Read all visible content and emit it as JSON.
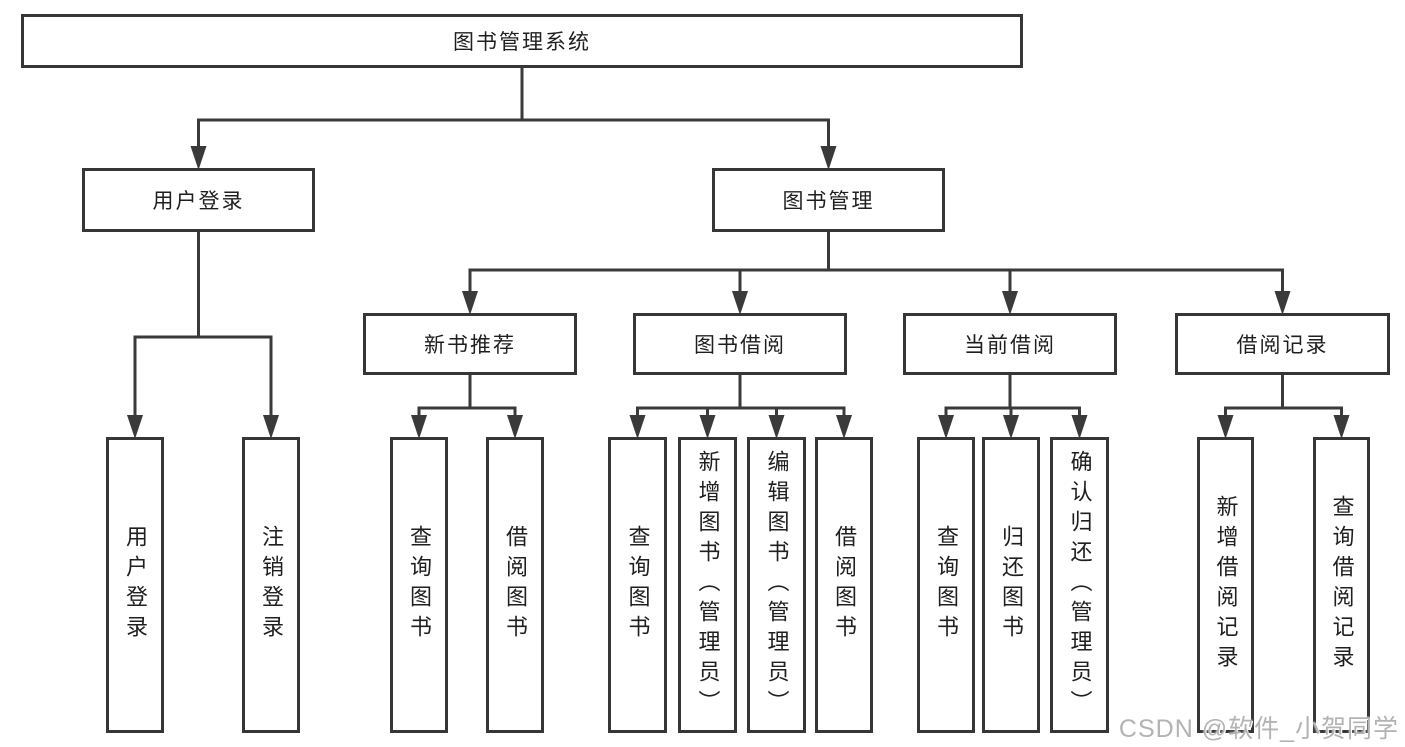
{
  "diagram": {
    "tree": {
      "id": "root",
      "label": "图书管理系统",
      "children": [
        {
          "id": "user-login",
          "label": "用户登录",
          "children": [
            {
              "id": "leaf-user-login",
              "label": "用户登录"
            },
            {
              "id": "leaf-logout",
              "label": "注销登录"
            }
          ]
        },
        {
          "id": "book-management",
          "label": "图书管理",
          "children": [
            {
              "id": "new-book-recommendation",
              "label": "新书推荐",
              "children": [
                {
                  "id": "nb-query-books",
                  "label": "查询图书"
                },
                {
                  "id": "nb-borrow-books",
                  "label": "借阅图书"
                }
              ]
            },
            {
              "id": "book-borrowing",
              "label": "图书借阅",
              "children": [
                {
                  "id": "bb-query-books",
                  "label": "查询图书"
                },
                {
                  "id": "bb-add-books-admin",
                  "label": "新增图书（管理员）"
                },
                {
                  "id": "bb-edit-books-admin",
                  "label": "编辑图书（管理员）"
                },
                {
                  "id": "bb-borrow-books",
                  "label": "借阅图书"
                }
              ]
            },
            {
              "id": "current-borrowing",
              "label": "当前借阅",
              "children": [
                {
                  "id": "cb-query-books",
                  "label": "查询图书"
                },
                {
                  "id": "cb-return-books",
                  "label": "归还图书"
                },
                {
                  "id": "cb-confirm-return-admin",
                  "label": "确认归还（管理员）"
                }
              ]
            },
            {
              "id": "borrowing-records",
              "label": "借阅记录",
              "children": [
                {
                  "id": "br-add-record",
                  "label": "新增借阅记录"
                },
                {
                  "id": "br-query-record",
                  "label": "查询借阅记录"
                }
              ]
            }
          ]
        }
      ]
    },
    "line_color": "#3a3a3a",
    "border_color": "#363636",
    "text_color": "#1f1f1f",
    "background_color": "#ffffff",
    "watermark_color": "#b3b3b3"
  },
  "watermark": "CSDN @软件_小贺同学"
}
